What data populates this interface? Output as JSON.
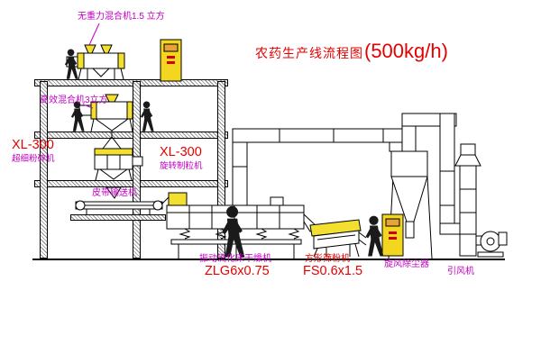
{
  "title": {
    "main": "农药生产线流程图",
    "capacity": "(500kg/h)"
  },
  "labels": {
    "mixer_top": "无重力混合机1.5 立方",
    "mixer_2f": "高效混合机3立方",
    "mill_model": "XL-300",
    "mill_name": "超细粉碎机",
    "granulator_model": "XL-300",
    "granulator_name": "旋转制粒机",
    "belt_conveyor": "皮带输送机",
    "dryer_name": "振动流化床干燥机",
    "dryer_model": "ZLG6x0.75",
    "sieve_name": "方形筛粉机",
    "sieve_model": "FS0.6x1.5",
    "cyclone": "旋风除尘器",
    "fan": "引风机"
  },
  "colors": {
    "line": "#000000",
    "label_magenta": "#c000c0",
    "label_red": "#e60000",
    "equipment_yellow": "#f3df2f",
    "cabinet_yellow": "#f3d61f"
  }
}
